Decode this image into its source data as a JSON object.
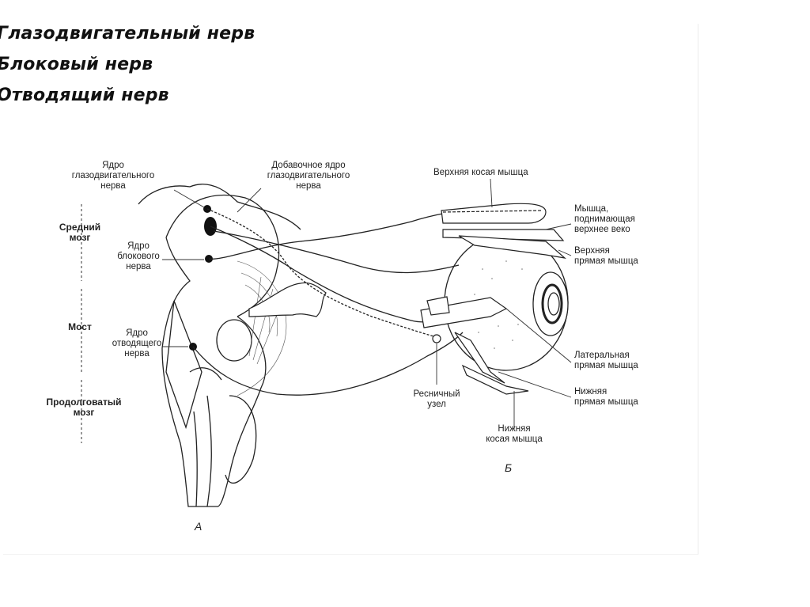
{
  "headings": [
    "Глазодвигательный нерв",
    "Блоковый нерв",
    "Отводящий нерв"
  ],
  "labels": {
    "oculomotor_nucleus": "Ядро\nглазодвигательного\nнерва",
    "accessory_nucleus": "Добавочное ядро\nглазодвигательного\nнерва",
    "midbrain": "Средний\nмозг",
    "trochlear_nucleus": "Ядро\nблокового\nнерва",
    "pons": "Мост",
    "abducens_nucleus": "Ядро\nотводящего\nнерва",
    "medulla": "Продолговатый\nмозг",
    "superior_oblique": "Верхняя косая мышца",
    "levator": "Мышца,\nподнимающая\nверхнее веко",
    "superior_rectus": "Верхняя\nпрямая мышца",
    "lateral_rectus": "Латеральная\nпрямая мышца",
    "inferior_rectus": "Нижняя\nпрямая мышца",
    "ciliary_ganglion": "Ресничный\nузел",
    "inferior_oblique": "Нижняя\nкосая мышца",
    "panel_a": "А",
    "panel_b": "Б"
  }
}
